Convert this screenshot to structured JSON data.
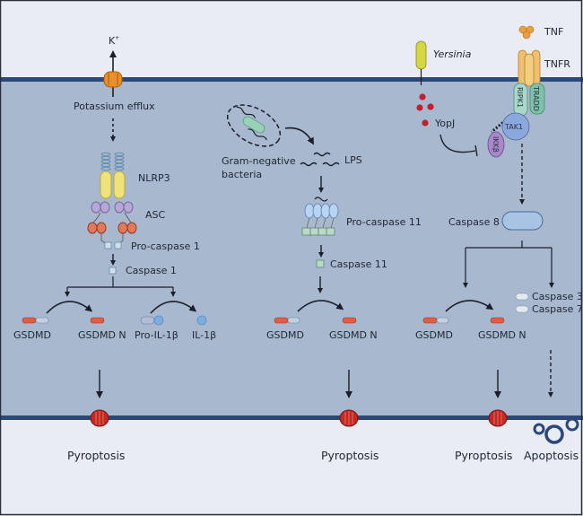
{
  "diagram": {
    "colors": {
      "extracellular": "#e9edf3",
      "cytoplasm": "#a8b8ce",
      "membrane": "#2b4878",
      "arrow": "#1a1f2b",
      "gsdmd_n": "#d9604a",
      "gsdmd_c": "#c4d0e0",
      "pore": "#c22a22",
      "apoptosis_vesicle": "#2b4878",
      "nlrp3": "#f0e27a",
      "asc_top": "#b8a8d6",
      "asc_bottom": "#e07a5a",
      "caspase_box": "#cfe0ec",
      "caspase11_box": "#b8d8c8",
      "caspase8": "#a8c4e4",
      "tnf": "#e8a040",
      "tnfr": "#f0c070",
      "ripk1": "#a8d8c8",
      "tradd": "#7ec0a8",
      "tak1": "#8aa8dc",
      "ikkb": "#a888c8",
      "yersinia": "#d4d840",
      "yopj": "#c02030",
      "bacteria": "#98d0b8"
    },
    "panel1": {
      "ion": "K",
      "ion_charge": "+",
      "efflux_label": "Potassium efflux",
      "nlrp3_label": "NLRP3",
      "asc_label": "ASC",
      "procaspase_label": "Pro-caspase 1",
      "caspase_label": "Caspase 1",
      "gsdmd_label": "GSDMD",
      "gsdmd_n_label": "GSDMD N",
      "pro_il1b_label": "Pro-IL-1β",
      "il1b_label": "IL-1β",
      "outcome": "Pyroptosis"
    },
    "panel2": {
      "bacteria_label_line1": "Gram-negative",
      "bacteria_label_line2": "bacteria",
      "lps_label": "LPS",
      "procaspase_label": "Pro-caspase 11",
      "caspase_label": "Caspase 11",
      "gsdmd_label": "GSDMD",
      "gsdmd_n_label": "GSDMD N",
      "outcome": "Pyroptosis"
    },
    "panel3": {
      "yersinia_label": "Yersinia",
      "yopj_label": "YopJ",
      "tnf_label": "TNF",
      "tnfr_label": "TNFR",
      "ripk1_label": "RIPK1",
      "tradd_label": "TRADD",
      "tak1_label": "TAK1",
      "ikkb_label": "IKKβ",
      "caspase8_label": "Caspase 8",
      "caspase3_label": "Caspase 3",
      "caspase7_label": "Caspase 7",
      "gsdmd_label": "GSDMD",
      "gsdmd_n_label": "GSDMD N",
      "outcome_pyro": "Pyroptosis",
      "outcome_apo": "Apoptosis"
    }
  }
}
